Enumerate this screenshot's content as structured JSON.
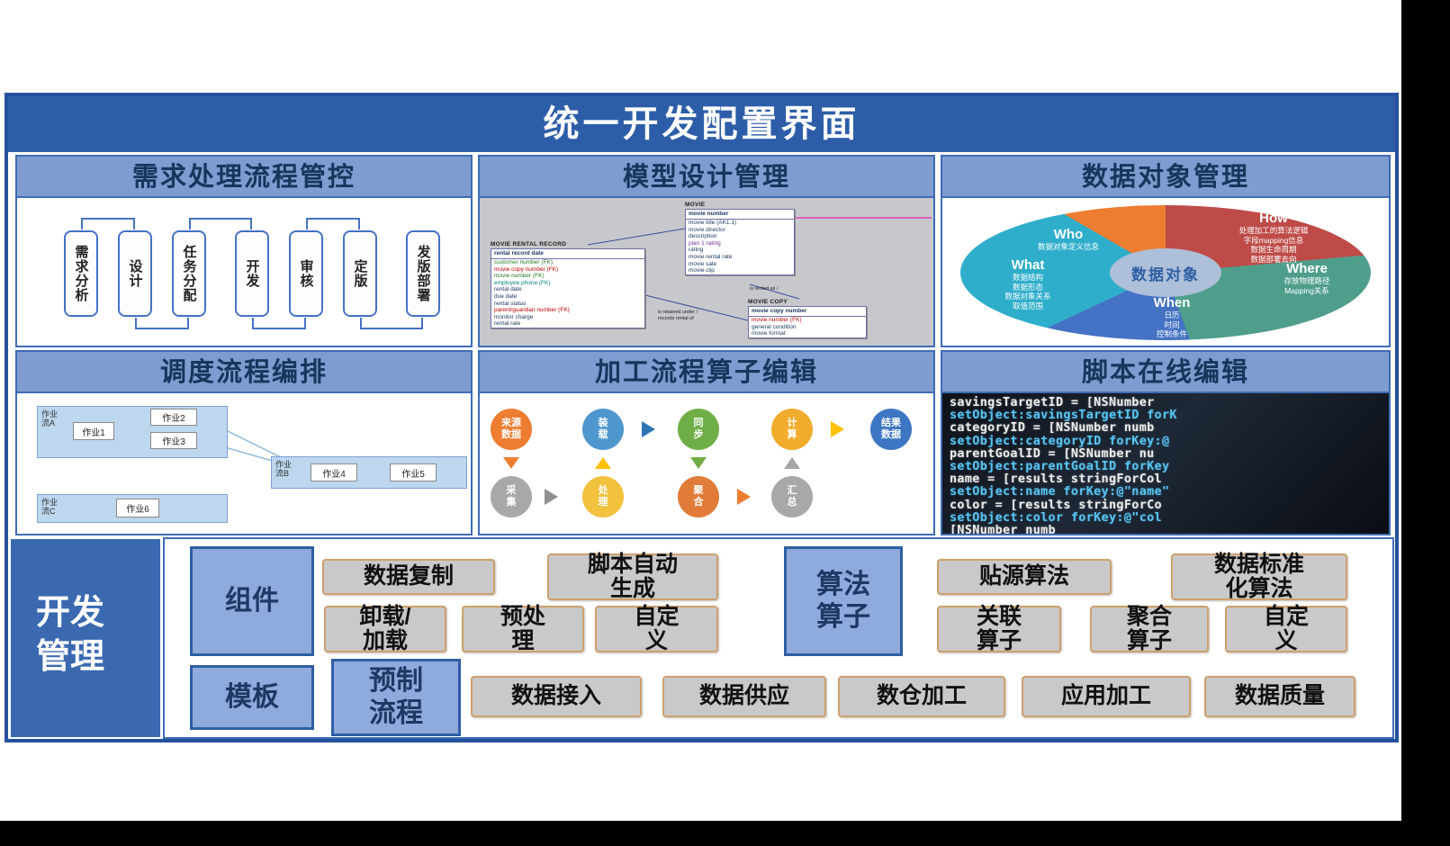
{
  "page": {
    "title": "统一开发配置界面"
  },
  "panels": {
    "req": {
      "title": "需求处理流程管控",
      "steps": [
        "需求分析",
        "设计",
        "任务分配",
        "开发",
        "审核",
        "定版",
        "发版部署"
      ]
    },
    "model": {
      "title": "模型设计管理",
      "tables": [
        {
          "name": "MOVIE RENTAL RECORD",
          "pk": "rental record date",
          "fields": [
            "customer number (FK)",
            "movie copy number (FK)",
            "movie number (FK)",
            "employee phone (FK)",
            "rental date",
            "due date",
            "rental status",
            "parent/guardian number (FK)",
            "monitor charge",
            "rental rate"
          ]
        },
        {
          "name": "MOVIE",
          "pk": "movie number",
          "fields": [
            "movie title (AK1.1)",
            "movie director",
            "description",
            "plan 1 rating",
            "rating",
            "movie rental rate",
            "movie sale",
            "movie clip"
          ]
        },
        {
          "name": "MOVIE COPY",
          "pk": "movie copy number",
          "fields": [
            "movie number (FK)",
            "general condition",
            "movie format"
          ]
        }
      ],
      "relations": {
        "r1": "is rented as /",
        "r2": "is retained under /\nrecords rental of"
      }
    },
    "dataobj": {
      "title": "数据对象管理",
      "center": "数据对象",
      "segments": [
        {
          "name": "Who",
          "desc": "数据对象定义信息"
        },
        {
          "name": "How",
          "desc": "处理加工的算法逻辑\n字段mapping信息\n数据生命周期\n数据部署去向"
        },
        {
          "name": "Where",
          "desc": "存放物理路径\nMapping关系"
        },
        {
          "name": "When",
          "desc": "日历\n时间\n控制条件"
        },
        {
          "name": "What",
          "desc": "数据结构\n数据形态\n数据对象关系\n取值范围"
        }
      ]
    },
    "sched": {
      "title": "调度流程编排",
      "flows": [
        {
          "name": "作业流A"
        },
        {
          "name": "作业流B"
        },
        {
          "name": "作业流C"
        }
      ],
      "jobs": [
        "作业1",
        "作业2",
        "作业3",
        "作业4",
        "作业5",
        "作业6"
      ]
    },
    "proc": {
      "title": "加工流程算子编辑",
      "nodes": {
        "source": "来源数据",
        "load": "装载",
        "sync": "同步",
        "compute": "计算",
        "result": "结果数据",
        "collect": "采集",
        "handle": "处理",
        "aggregate": "聚合",
        "summary": "汇总"
      }
    },
    "script": {
      "title": "脚本在线编辑",
      "lines": [
        "savingsTargetID = [NSNumber",
        "setObject:savingsTargetID forK",
        "categoryID = [NSNumber numb",
        "setObject:categoryID forKey:@",
        "parentGoalID = [NSNumber nu",
        "setObject:parentGoalID forKey",
        "name = [results stringForCol",
        "setObject:name forKey:@\"name\"",
        "color = [results stringForCo",
        "setObject:color forKey:@\"col",
        "[NSNumber numb"
      ]
    }
  },
  "bottom": {
    "label": "开发管理",
    "component": {
      "label": "组件",
      "row1": [
        "数据复制",
        "脚本自动生成"
      ],
      "row2": [
        "卸载/加载",
        "预处理",
        "自定义"
      ]
    },
    "algorithm": {
      "label": "算法算子",
      "row1": [
        "贴源算法",
        "数据标准化算法"
      ],
      "row2": [
        "关联算子",
        "聚合算子",
        "自定义"
      ]
    },
    "template": {
      "label": "模板",
      "preset": "预制流程",
      "buttons": [
        "数据接入",
        "数据供应",
        "数仓加工",
        "应用加工",
        "数据质量"
      ]
    }
  }
}
